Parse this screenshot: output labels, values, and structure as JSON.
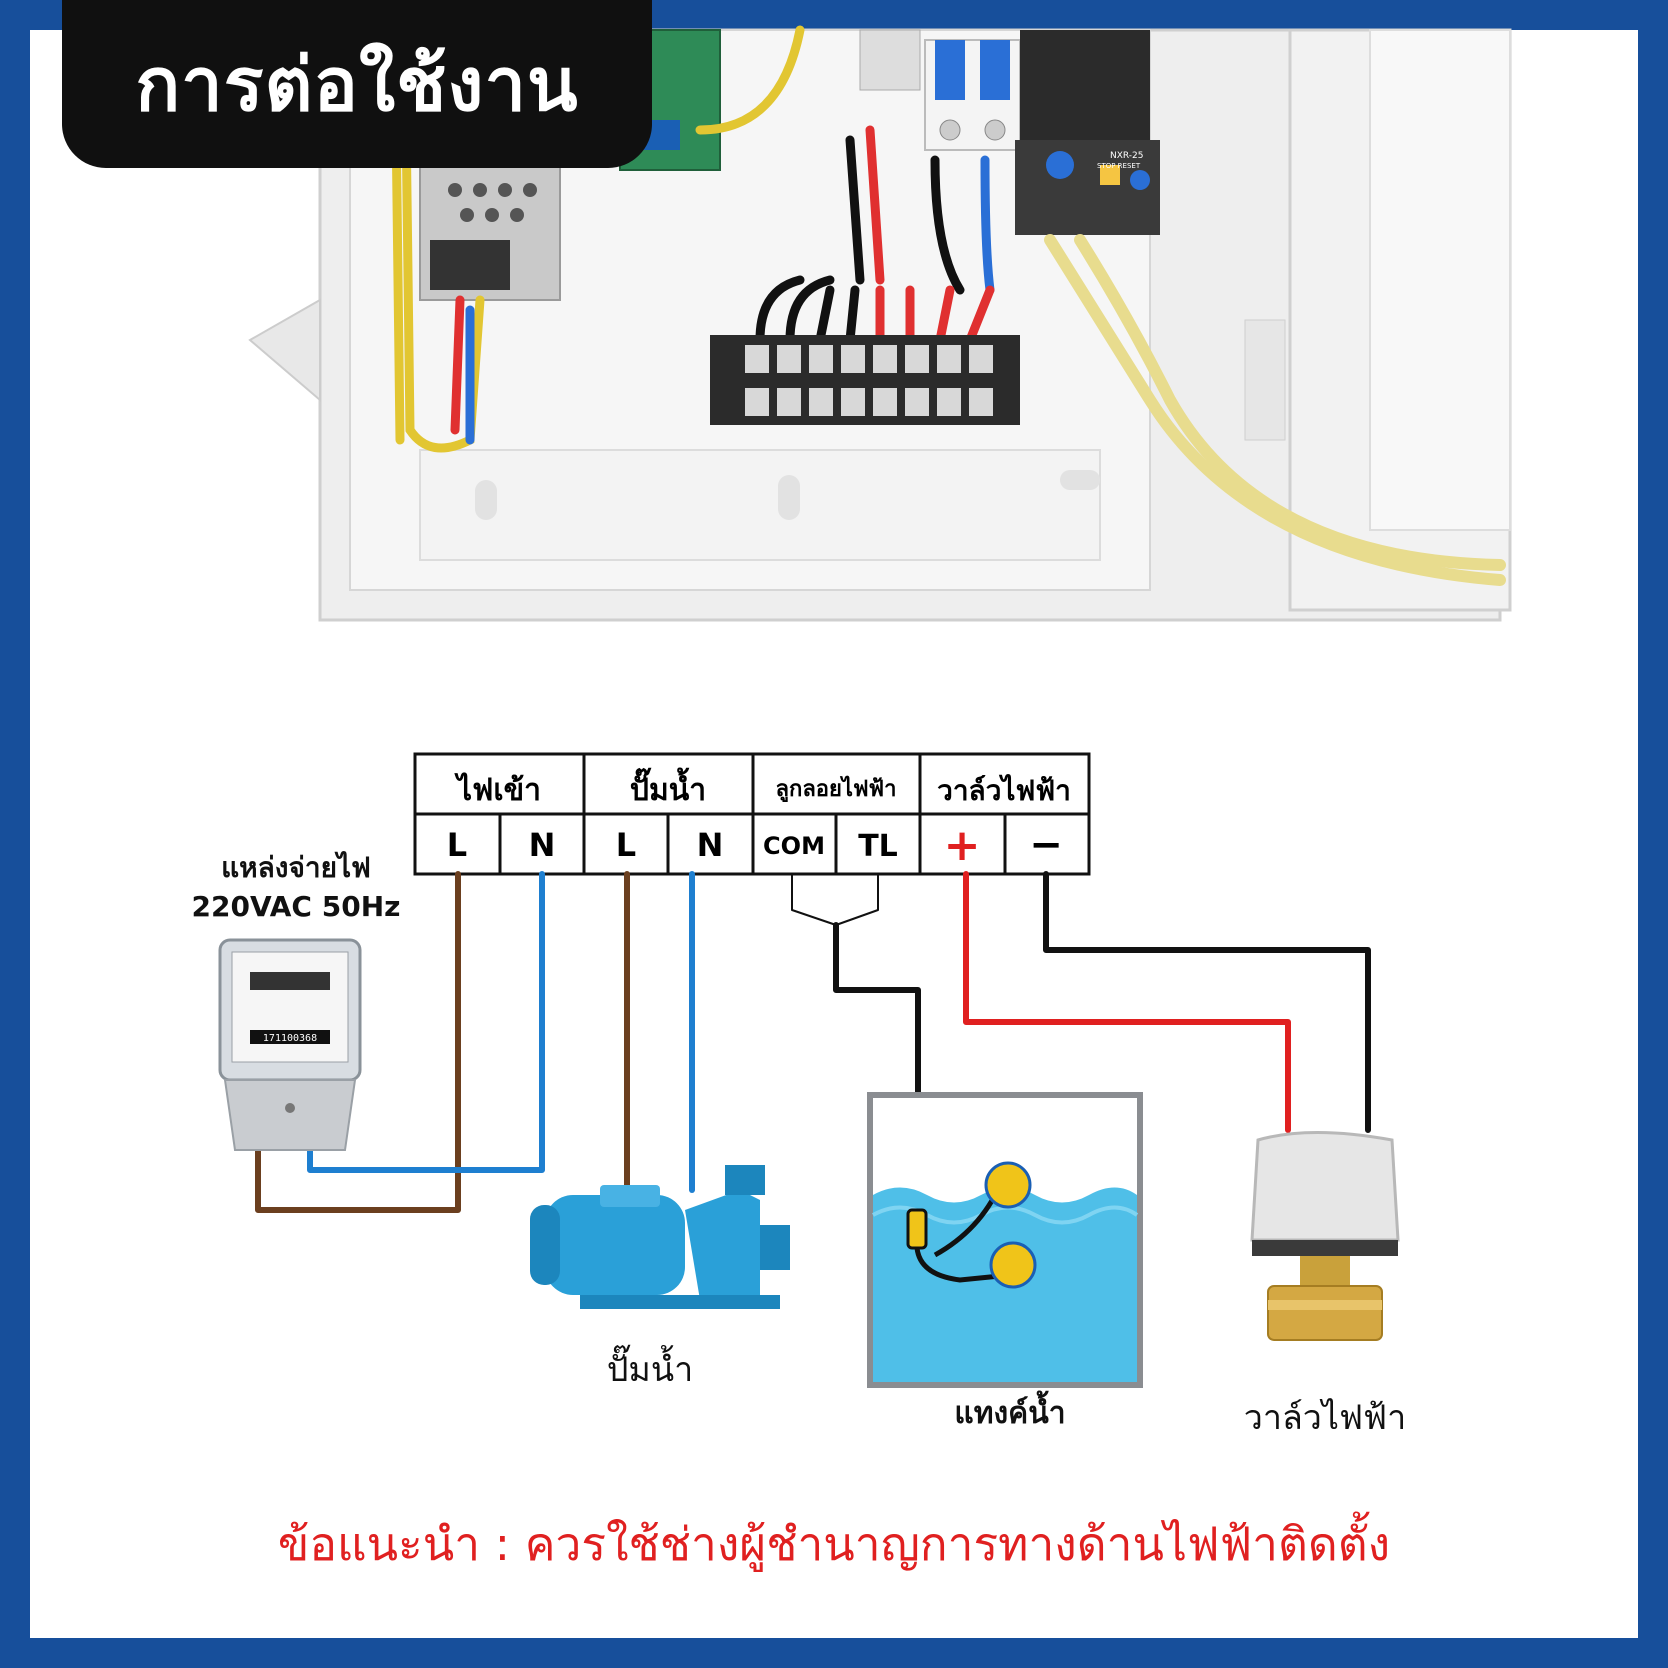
{
  "title": "การต่อใช้งาน",
  "terminal_table": {
    "groups": [
      "ไฟเข้า",
      "ปั๊มน้ำ",
      "ลูกลอยไฟฟ้า",
      "วาล์วไฟฟ้า"
    ],
    "terminals": [
      "L",
      "N",
      "L",
      "N",
      "COM",
      "TL",
      "+",
      "−"
    ]
  },
  "power_source": {
    "label": "แหล่งจ่ายไฟ",
    "spec": "220VAC 50Hz",
    "meter_number": "171100368"
  },
  "relay_label": "NXR-25",
  "relay_buttons": "STOP RESET",
  "pump_label": "ปั๊มน้ำ",
  "tank_label": "แทงค์น้ำ",
  "valve_label": "วาล์วไฟฟ้า",
  "note": "ข้อแนะนำ : ควรใช้ช่างผู้ชำนาญการทางด้านไฟฟ้าติดตั้ง",
  "colors": {
    "frame": "#174f9b",
    "brown_wire": "#6b3f1f",
    "blue_wire": "#1e7fd0",
    "red_wire": "#e02020",
    "black_wire": "#111111",
    "note": "#e02020"
  }
}
